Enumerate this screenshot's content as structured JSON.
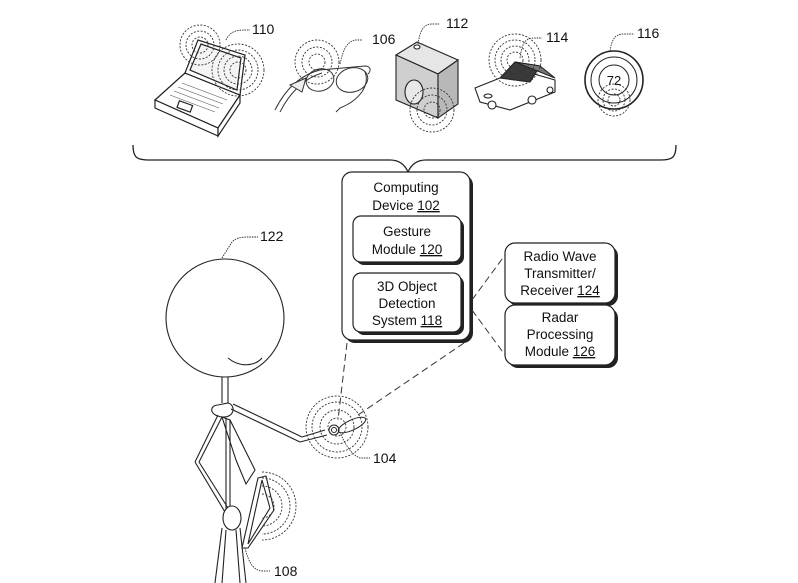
{
  "devices": [
    {
      "id": "laptop",
      "ref": "110"
    },
    {
      "id": "smart-glasses",
      "ref": "106"
    },
    {
      "id": "camera",
      "ref": "112"
    },
    {
      "id": "car",
      "ref": "114"
    },
    {
      "id": "thermostat",
      "ref": "116",
      "display": "72"
    }
  ],
  "computing_device": {
    "title_line1": "Computing",
    "title_line2": "Device ",
    "ref": "102",
    "modules": [
      {
        "line1": "Gesture",
        "line2": "Module ",
        "ref": "120"
      },
      {
        "line1": "3D Object",
        "line2": "Detection",
        "line3": "System ",
        "ref": "118"
      }
    ]
  },
  "radar_components": [
    {
      "line1": "Radio Wave",
      "line2": "Transmitter/",
      "line3": "Receiver ",
      "ref": "124"
    },
    {
      "line1": "Radar",
      "line2": "Processing",
      "line3": "Module ",
      "ref": "126"
    }
  ],
  "person": {
    "ref": "122"
  },
  "wrist_device": {
    "ref": "104"
  },
  "handheld_device": {
    "ref": "108"
  }
}
